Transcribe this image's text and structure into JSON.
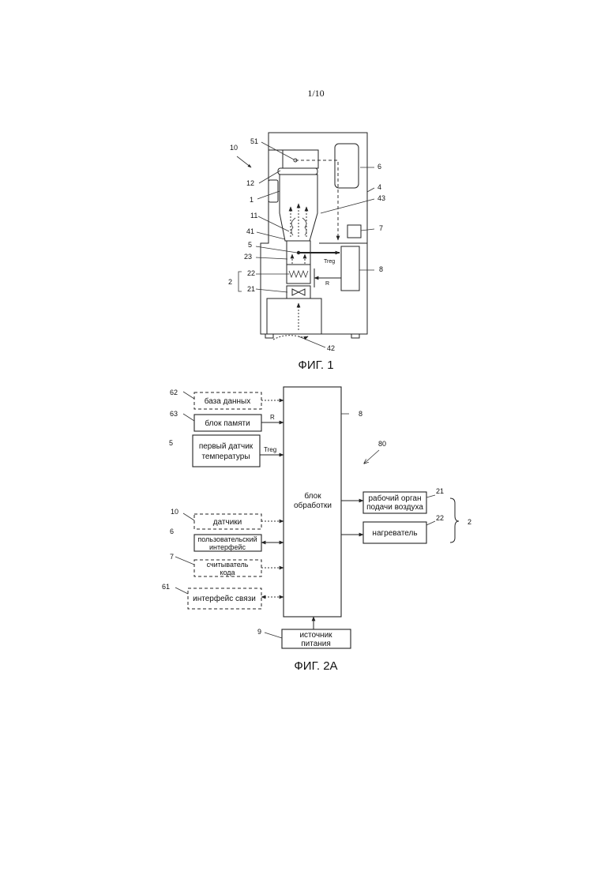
{
  "page_number": "1/10",
  "fig1": {
    "caption": "ФИГ. 1",
    "refs": {
      "r10": "10",
      "r51": "51",
      "r12": "12",
      "r1": "1",
      "r11": "11",
      "r41": "41",
      "r5": "5",
      "r23": "23",
      "r22": "22",
      "r21": "21",
      "r2": "2",
      "r6": "6",
      "r4": "4",
      "r43": "43",
      "r7": "7",
      "r8": "8",
      "r42": "42"
    },
    "signals": {
      "treg": "Treg",
      "r": "R"
    }
  },
  "fig2a": {
    "caption": "ФИГ. 2А",
    "processor": {
      "line1": "блок",
      "line2": "обработки",
      "ref": "8"
    },
    "system_ref": "80",
    "inputs": {
      "database": {
        "label": "база данных",
        "ref": "62"
      },
      "memory": {
        "label": "блок памяти",
        "ref": "63",
        "signal": "R"
      },
      "sensor": {
        "line1": "первый датчик",
        "line2": "температуры",
        "ref": "5",
        "signal": "Treg"
      },
      "sensors": {
        "label": "датчики",
        "ref": "10"
      },
      "ui": {
        "line1": "пользовательский",
        "line2": "интерфейс",
        "ref": "6"
      },
      "reader": {
        "line1": "считыватель",
        "line2": "кода",
        "ref": "7"
      },
      "comm": {
        "label": "интерфейс связи",
        "ref": "61"
      }
    },
    "outputs": {
      "blower": {
        "line1": "рабочий орган",
        "line2": "подачи воздуха",
        "ref": "21"
      },
      "heater": {
        "label": "нагреватель",
        "ref": "22"
      },
      "group_ref": "2"
    },
    "power": {
      "line1": "источник",
      "line2": "питания",
      "ref": "9"
    }
  }
}
